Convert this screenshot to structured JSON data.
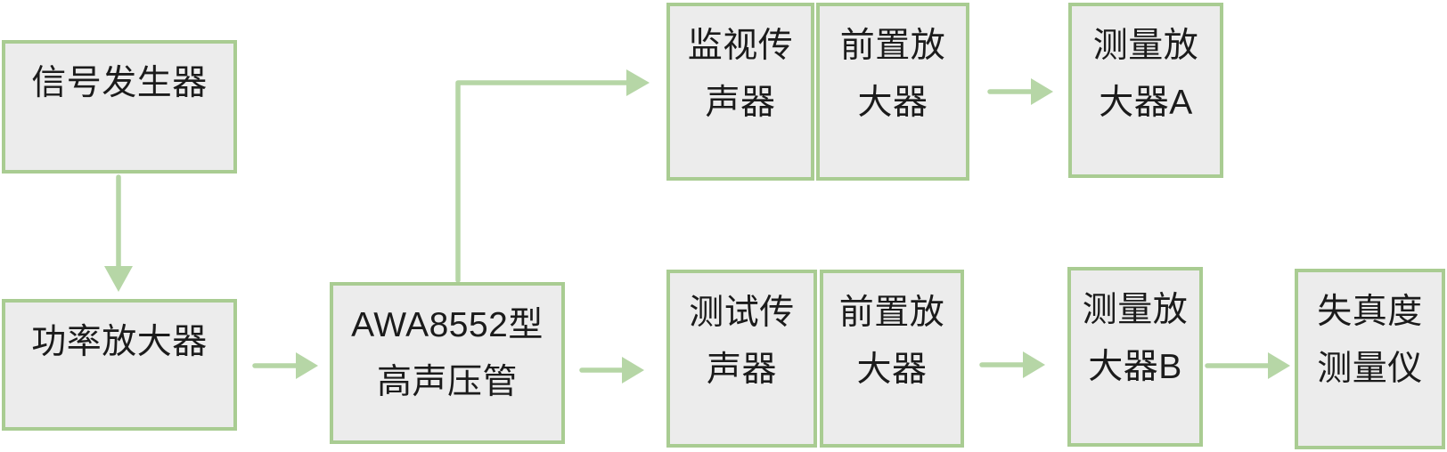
{
  "diagram": {
    "type": "flowchart",
    "background": "#ffffff",
    "colors": {
      "node_border": "#a9cc92",
      "node_fill": "#ececec",
      "arrow": "#b6d6a6",
      "text": "#1b1b1b"
    },
    "nodes": [
      {
        "id": "signal-generator",
        "label": "信号发生器",
        "lines": [
          "信号发生器"
        ]
      },
      {
        "id": "power-amplifier",
        "label": "功率放大器",
        "lines": [
          "功率放大器"
        ]
      },
      {
        "id": "awa8552-tube",
        "label": "AWA8552型高声压管",
        "lines": [
          "AWA8552型",
          "高声压管"
        ]
      },
      {
        "id": "monitor-microphone",
        "label": "监视传声器",
        "lines": [
          "监视传",
          "声器"
        ]
      },
      {
        "id": "preamplifier-top",
        "label": "前置放大器",
        "lines": [
          "前置放",
          "大器"
        ]
      },
      {
        "id": "measuring-amplifier-a",
        "label": "测量放大器A",
        "lines": [
          "测量放",
          "大器A"
        ]
      },
      {
        "id": "test-microphone",
        "label": "测试传声器",
        "lines": [
          "测试传",
          "声器"
        ]
      },
      {
        "id": "preamplifier-bottom",
        "label": "前置放大器",
        "lines": [
          "前置放",
          "大器"
        ]
      },
      {
        "id": "measuring-amplifier-b",
        "label": "测量放大器B",
        "lines": [
          "测量放",
          "大器B"
        ]
      },
      {
        "id": "distortion-meter",
        "label": "失真度测量仪",
        "lines": [
          "失真度",
          "测量仪"
        ]
      }
    ],
    "edges": [
      {
        "from": "signal-generator",
        "to": "power-amplifier",
        "direction": "down"
      },
      {
        "from": "power-amplifier",
        "to": "awa8552-tube",
        "direction": "right"
      },
      {
        "from": "awa8552-tube",
        "to": "monitor-microphone",
        "direction": "up-then-right"
      },
      {
        "from": "awa8552-tube",
        "to": "test-microphone",
        "direction": "right"
      },
      {
        "from": "preamplifier-top",
        "to": "measuring-amplifier-a",
        "direction": "right"
      },
      {
        "from": "preamplifier-bottom",
        "to": "measuring-amplifier-b",
        "direction": "right"
      },
      {
        "from": "measuring-amplifier-b",
        "to": "distortion-meter",
        "direction": "right"
      }
    ]
  }
}
